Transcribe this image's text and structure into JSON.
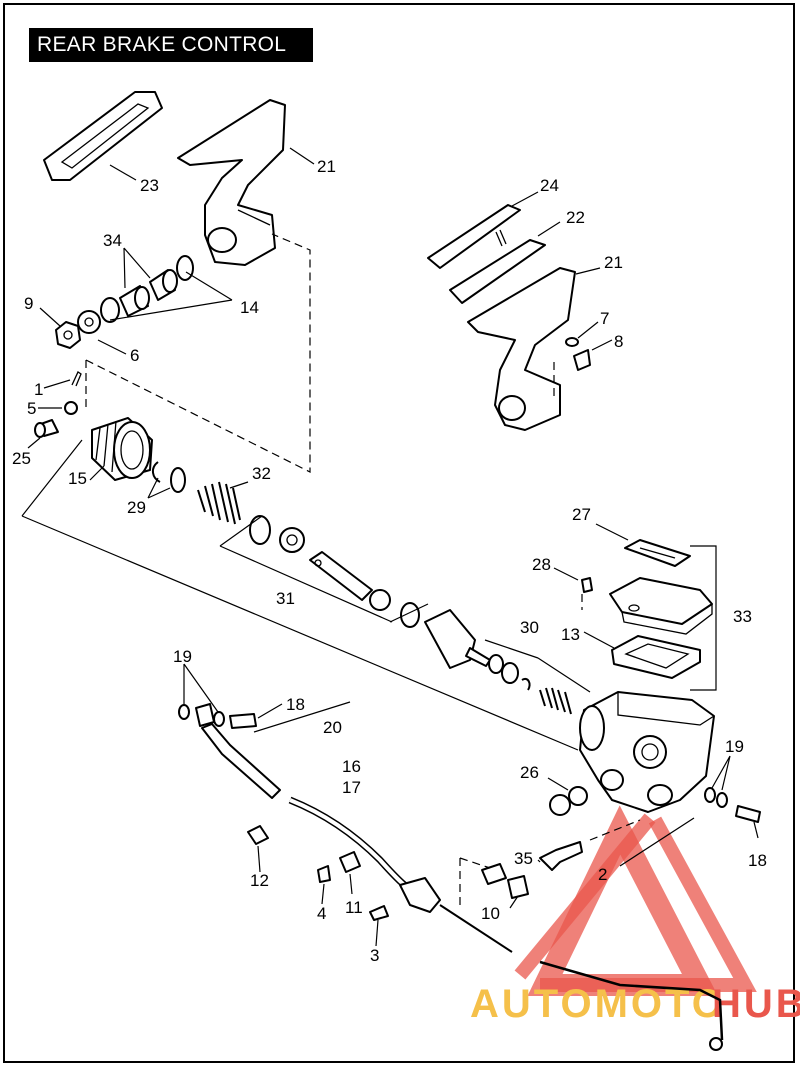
{
  "title": "REAR BRAKE CONTROL",
  "watermark": {
    "word_a": "AUTOMOTO",
    "word_b": "HUB",
    "color_a": "#f5c04a",
    "color_b": "#e9574c"
  },
  "callouts": [
    {
      "id": "c23",
      "text": "23"
    },
    {
      "id": "c21a",
      "text": "21"
    },
    {
      "id": "c34",
      "text": "34"
    },
    {
      "id": "c9",
      "text": "9"
    },
    {
      "id": "c14",
      "text": "14"
    },
    {
      "id": "c6",
      "text": "6"
    },
    {
      "id": "c1",
      "text": "1"
    },
    {
      "id": "c5",
      "text": "5"
    },
    {
      "id": "c25",
      "text": "25"
    },
    {
      "id": "c15",
      "text": "15"
    },
    {
      "id": "c29",
      "text": "29"
    },
    {
      "id": "c32",
      "text": "32"
    },
    {
      "id": "c24",
      "text": "24"
    },
    {
      "id": "c22",
      "text": "22"
    },
    {
      "id": "c21b",
      "text": "21"
    },
    {
      "id": "c7",
      "text": "7"
    },
    {
      "id": "c8",
      "text": "8"
    },
    {
      "id": "c27",
      "text": "27"
    },
    {
      "id": "c28",
      "text": "28"
    },
    {
      "id": "c33",
      "text": "33"
    },
    {
      "id": "c31",
      "text": "31"
    },
    {
      "id": "c30",
      "text": "30"
    },
    {
      "id": "c13",
      "text": "13"
    },
    {
      "id": "c19a",
      "text": "19"
    },
    {
      "id": "c18a",
      "text": "18"
    },
    {
      "id": "c20",
      "text": "20"
    },
    {
      "id": "c16",
      "text": "16"
    },
    {
      "id": "c17",
      "text": "17"
    },
    {
      "id": "c26",
      "text": "26"
    },
    {
      "id": "c19b",
      "text": "19"
    },
    {
      "id": "c18b",
      "text": "18"
    },
    {
      "id": "c12",
      "text": "12"
    },
    {
      "id": "c4",
      "text": "4"
    },
    {
      "id": "c11",
      "text": "11"
    },
    {
      "id": "c35",
      "text": "35"
    },
    {
      "id": "c10",
      "text": "10"
    },
    {
      "id": "c3",
      "text": "3"
    },
    {
      "id": "c2",
      "text": "2"
    }
  ]
}
